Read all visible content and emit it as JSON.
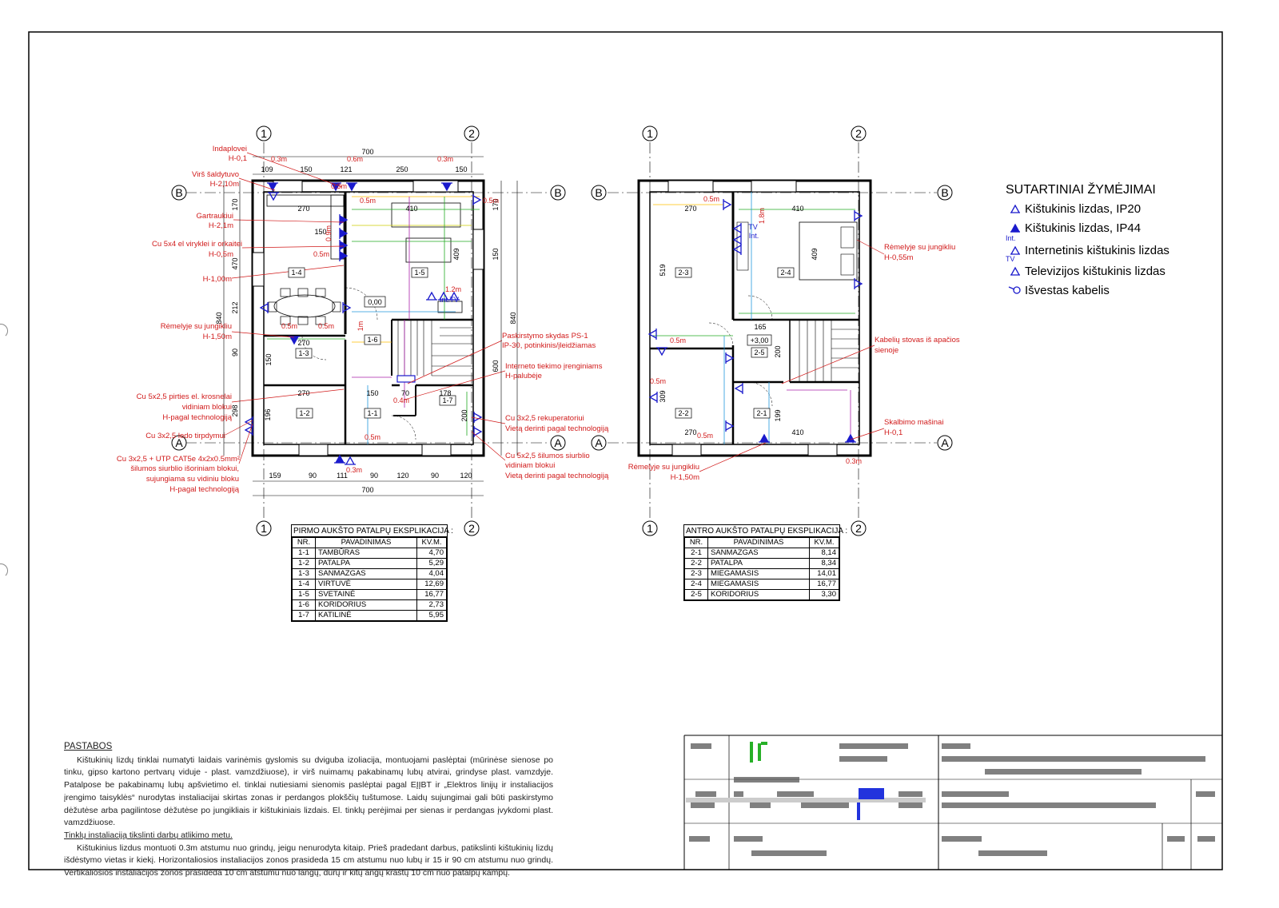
{
  "grid_labels": {
    "col1": "1",
    "col2": "2",
    "rowA": "A",
    "rowB": "B"
  },
  "ground_floor": {
    "overall_width_top": "700",
    "overall_width_bottom": "700",
    "overall_depth": "840",
    "top_dims": [
      "109",
      "150",
      "121",
      "250",
      "150"
    ],
    "bottom_dims": [
      "159",
      "90",
      "111",
      "90",
      "120",
      "90",
      "120"
    ],
    "left_dims": [
      "170",
      "470",
      "212",
      "90",
      "298"
    ],
    "right_dims": [
      "170",
      "150",
      "840",
      "600"
    ],
    "rooms": [
      {
        "id": "1-4",
        "label": "1-4"
      },
      {
        "id": "1-5",
        "label": "1-5"
      },
      {
        "id": "1-3",
        "label": "1-3"
      },
      {
        "id": "1-6",
        "label": "1-6"
      },
      {
        "id": "1-2",
        "label": "1-2"
      },
      {
        "id": "1-1",
        "label": "1-1"
      },
      {
        "id": "1-7",
        "label": "1-7"
      }
    ],
    "inner_dims": [
      "270",
      "410",
      "409",
      "150",
      "270",
      "150",
      "70",
      "178",
      "196",
      "150",
      "200",
      "270"
    ],
    "level": "0,00",
    "heights": [
      "0.3m",
      "0.6m",
      "0.3m",
      "0.3m",
      "0.5m",
      "0.5m",
      "0.9m",
      "0.5m",
      "1.2m",
      "0.5m",
      "0.5m",
      "1m",
      "0.4m",
      "0.5m",
      "0.3m"
    ],
    "int_tv": "Int.TV",
    "annotations_left": [
      "Indaplovei",
      "H-0,1",
      "Virš šaldytuvo",
      "H-2,10m",
      "Gartraukiui",
      "H-2,1m",
      "Cu 5x4 el viryklei ir orkaitei",
      "H-0,5m",
      "H-1,00m",
      "Rėmelyje su jungikliu",
      "H-1,50m",
      "Cu 5x2,5 pirties el. krosnelai",
      "vidiniam blokui",
      "H-pagal technologiją",
      "Cu 3x2,5 ledo tirpdymui",
      "Cu 3x2,5 + UTP CAT5e 4x2x0.5mm²",
      "šilumos siurblio išoriniam blokui,",
      "sujungiama su vidiniu bloku",
      "H-pagal technologiją"
    ],
    "annotations_right": [
      "Paskirstymo skydas PS-1",
      "IP-30, potinkinis/įleidžiamas",
      "Interneto tiekimo įrenginiams",
      "H-palubėje",
      "Cu 3x2,5 rekuperatoriui",
      "Vietą derinti pagal technologiją",
      "Cu 5x2,5 šilumos siurblio",
      "vidiniam blokui",
      "Vietą derinti pagal technologiją"
    ]
  },
  "first_floor": {
    "rooms": [
      {
        "id": "2-3",
        "label": "2-3"
      },
      {
        "id": "2-4",
        "label": "2-4"
      },
      {
        "id": "2-5",
        "label": "2-5"
      },
      {
        "id": "2-2",
        "label": "2-2"
      },
      {
        "id": "2-1",
        "label": "2-1"
      }
    ],
    "inner_dims": [
      "270",
      "410",
      "519",
      "409",
      "165",
      "200",
      "309",
      "199",
      "270",
      "410"
    ],
    "level": "+3,00",
    "heights": [
      "0.5m",
      "1.8m",
      "0.5m",
      "0.5m",
      "0.5m",
      "0.3m"
    ],
    "tv_label": "TV",
    "int_label": "Int.",
    "annotations": [
      "Rėmelyje su jungikliu",
      "H-0,55m",
      "Kabelių stovas iš apačios",
      "sienoje",
      "Skalbimo mašinai",
      "H-0,1",
      "Rėmelyje su jungikliu",
      "H-1,50m"
    ]
  },
  "legend": {
    "title": "SUTARTINIAI ŽYMĖJIMAI",
    "items": [
      {
        "label": "Kištukinis lizdas, IP20",
        "icon": "socket-ip20-icon"
      },
      {
        "label": "Kištukinis lizdas, IP44",
        "icon": "socket-ip44-icon"
      },
      {
        "label": "Internetinis kištukinis lizdas",
        "icon": "internet-socket-icon",
        "tag": "Int."
      },
      {
        "label": "Televizijos kištukinis lizdas",
        "icon": "tv-socket-icon",
        "tag": "TV"
      },
      {
        "label": "Išvestas kabelis",
        "icon": "cable-outlet-icon"
      }
    ]
  },
  "table_ground": {
    "title": "PIRMO AUKŠTO PATALPŲ EKSPLIKACIJA :",
    "headers": [
      "NR.",
      "PAVADINIMAS",
      "KV.M."
    ],
    "rows": [
      [
        "1-1",
        "TAMBŪRAS",
        "4,70"
      ],
      [
        "1-2",
        "PATALPA",
        "5,29"
      ],
      [
        "1-3",
        "SANMAZGAS",
        "4,04"
      ],
      [
        "1-4",
        "VIRTUVĖ",
        "12,69"
      ],
      [
        "1-5",
        "SVETAINĖ",
        "16,77"
      ],
      [
        "1-6",
        "KORIDORIUS",
        "2,73"
      ],
      [
        "1-7",
        "KATILINĖ",
        "5,95"
      ]
    ]
  },
  "table_first": {
    "title": "ANTRO AUKŠTO PATALPŲ EKSPLIKACIJA :",
    "headers": [
      "NR.",
      "PAVADINIMAS",
      "KV.M."
    ],
    "rows": [
      [
        "2-1",
        "SANMAZGAS",
        "8,14"
      ],
      [
        "2-2",
        "PATALPA",
        "8,34"
      ],
      [
        "2-3",
        "MIEGAMASIS",
        "14,01"
      ],
      [
        "2-4",
        "MIEGAMASIS",
        "16,77"
      ],
      [
        "2-5",
        "KORIDORIUS",
        "3,30"
      ]
    ]
  },
  "notes": {
    "title": "PASTABOS",
    "p1": "Kištukinių lizdų tinklai numatyti laidais varinėmis gyslomis su dviguba izoliacija, montuojami paslėptai (mūrinėse sienose po tinku, gipso kartono pertvarų viduje - plast. vamzdžiuose), ir virš nuimamų pakabinamų lubų atvirai, grindyse plast. vamzdyje. Patalpose be pakabinamų lubų apšvietimo el. tinklai nutiesiami sienomis paslėptai pagal EĮĮBT ir „Elektros linijų ir instaliacijos įrengimo taisyklės“ nurodytas instaliacijai skirtas zonas ir perdangos plokščių tuštumose. Laidų sujungimai gali būti paskirstymo dėžutėse arba pagilintose dėžutėse po jungikliais ir kištukiniais lizdais. El. tinklų perėjimai per sienas ir perdangas įvykdomi plast. vamzdžiuose.",
    "p1b": "Tinklų instaliaciją tikslinti darbų atlikimo metu.",
    "p2": "Kištukinius lizdus montuoti 0.3m atstumu nuo grindų, jeigu nenurodyta kitaip. Prieš pradedant darbus, patikslinti kištukinių lizdų išdėstymo vietas ir kiekį. Horizontaliosios instaliacijos zonos prasideda 15 cm atstumu nuo lubų ir 15 ir 90 cm atstumu nuo grindų. Vertikaliosios instaliacijos zonos prasideda 10 cm atstumu nuo langų, durų ir kitų angų kraštų 10 cm nuo patalpų kampų."
  },
  "colors": {
    "red": "#d11a1a",
    "blue": "#1a1acc",
    "wall": "#000000"
  }
}
